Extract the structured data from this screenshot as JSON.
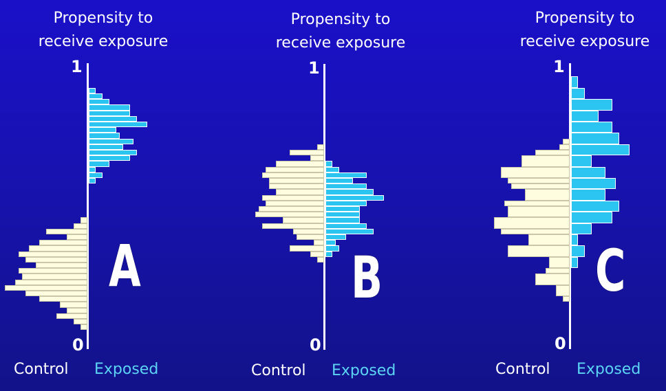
{
  "chart_data": [
    {
      "type": "histogram",
      "panel_label": "A",
      "title_lines": [
        "Propensity to",
        "receive exposure"
      ],
      "ylim": [
        0,
        1
      ],
      "y_ticks": [
        "1",
        "0"
      ],
      "legend": {
        "control": "Control",
        "exposed": "Exposed"
      },
      "exposed": [
        {
          "y0": 0.58,
          "y1": 0.6,
          "count": 2
        },
        {
          "y0": 0.6,
          "y1": 0.62,
          "count": 4
        },
        {
          "y0": 0.62,
          "y1": 0.64,
          "count": 2
        },
        {
          "y0": 0.64,
          "y1": 0.66,
          "count": 6
        },
        {
          "y0": 0.66,
          "y1": 0.68,
          "count": 12
        },
        {
          "y0": 0.68,
          "y1": 0.7,
          "count": 14
        },
        {
          "y0": 0.7,
          "y1": 0.72,
          "count": 10
        },
        {
          "y0": 0.72,
          "y1": 0.74,
          "count": 13
        },
        {
          "y0": 0.74,
          "y1": 0.76,
          "count": 9
        },
        {
          "y0": 0.76,
          "y1": 0.78,
          "count": 8
        },
        {
          "y0": 0.78,
          "y1": 0.8,
          "count": 17
        },
        {
          "y0": 0.8,
          "y1": 0.82,
          "count": 14
        },
        {
          "y0": 0.82,
          "y1": 0.84,
          "count": 12
        },
        {
          "y0": 0.84,
          "y1": 0.86,
          "count": 12
        },
        {
          "y0": 0.86,
          "y1": 0.88,
          "count": 6
        },
        {
          "y0": 0.88,
          "y1": 0.9,
          "count": 4
        },
        {
          "y0": 0.9,
          "y1": 0.92,
          "count": 2
        }
      ],
      "control": [
        {
          "y0": 0.06,
          "y1": 0.08,
          "count": 2
        },
        {
          "y0": 0.08,
          "y1": 0.1,
          "count": 4
        },
        {
          "y0": 0.1,
          "y1": 0.12,
          "count": 9
        },
        {
          "y0": 0.12,
          "y1": 0.14,
          "count": 6
        },
        {
          "y0": 0.14,
          "y1": 0.16,
          "count": 8
        },
        {
          "y0": 0.16,
          "y1": 0.18,
          "count": 14
        },
        {
          "y0": 0.18,
          "y1": 0.2,
          "count": 18
        },
        {
          "y0": 0.2,
          "y1": 0.22,
          "count": 24
        },
        {
          "y0": 0.22,
          "y1": 0.24,
          "count": 21
        },
        {
          "y0": 0.24,
          "y1": 0.26,
          "count": 19
        },
        {
          "y0": 0.26,
          "y1": 0.28,
          "count": 20
        },
        {
          "y0": 0.28,
          "y1": 0.3,
          "count": 15
        },
        {
          "y0": 0.3,
          "y1": 0.32,
          "count": 18
        },
        {
          "y0": 0.32,
          "y1": 0.34,
          "count": 20
        },
        {
          "y0": 0.34,
          "y1": 0.36,
          "count": 17
        },
        {
          "y0": 0.36,
          "y1": 0.38,
          "count": 14
        },
        {
          "y0": 0.38,
          "y1": 0.4,
          "count": 6
        },
        {
          "y0": 0.4,
          "y1": 0.42,
          "count": 12
        },
        {
          "y0": 0.42,
          "y1": 0.44,
          "count": 4
        },
        {
          "y0": 0.44,
          "y1": 0.46,
          "count": 2
        }
      ]
    },
    {
      "type": "histogram",
      "panel_label": "B",
      "title_lines": [
        "Propensity to",
        "receive exposure"
      ],
      "ylim": [
        0,
        1
      ],
      "y_ticks": [
        "1",
        "0"
      ],
      "legend": {
        "control": "Control",
        "exposed": "Exposed"
      },
      "exposed": [
        {
          "y0": 0.32,
          "y1": 0.34,
          "count": 2
        },
        {
          "y0": 0.34,
          "y1": 0.36,
          "count": 4
        },
        {
          "y0": 0.36,
          "y1": 0.38,
          "count": 3
        },
        {
          "y0": 0.38,
          "y1": 0.4,
          "count": 6
        },
        {
          "y0": 0.4,
          "y1": 0.42,
          "count": 14
        },
        {
          "y0": 0.42,
          "y1": 0.44,
          "count": 12
        },
        {
          "y0": 0.44,
          "y1": 0.46,
          "count": 10
        },
        {
          "y0": 0.46,
          "y1": 0.48,
          "count": 10
        },
        {
          "y0": 0.48,
          "y1": 0.5,
          "count": 10
        },
        {
          "y0": 0.5,
          "y1": 0.52,
          "count": 12
        },
        {
          "y0": 0.52,
          "y1": 0.54,
          "count": 17
        },
        {
          "y0": 0.54,
          "y1": 0.56,
          "count": 14
        },
        {
          "y0": 0.56,
          "y1": 0.58,
          "count": 12
        },
        {
          "y0": 0.58,
          "y1": 0.6,
          "count": 8
        },
        {
          "y0": 0.6,
          "y1": 0.62,
          "count": 12
        },
        {
          "y0": 0.62,
          "y1": 0.64,
          "count": 4
        },
        {
          "y0": 0.64,
          "y1": 0.66,
          "count": 2
        }
      ],
      "control": [
        {
          "y0": 0.3,
          "y1": 0.32,
          "count": 2
        },
        {
          "y0": 0.32,
          "y1": 0.34,
          "count": 4
        },
        {
          "y0": 0.34,
          "y1": 0.36,
          "count": 10
        },
        {
          "y0": 0.36,
          "y1": 0.38,
          "count": 3
        },
        {
          "y0": 0.38,
          "y1": 0.4,
          "count": 8
        },
        {
          "y0": 0.4,
          "y1": 0.42,
          "count": 9
        },
        {
          "y0": 0.42,
          "y1": 0.44,
          "count": 18
        },
        {
          "y0": 0.44,
          "y1": 0.46,
          "count": 12
        },
        {
          "y0": 0.46,
          "y1": 0.48,
          "count": 20
        },
        {
          "y0": 0.48,
          "y1": 0.5,
          "count": 19
        },
        {
          "y0": 0.5,
          "y1": 0.52,
          "count": 17
        },
        {
          "y0": 0.52,
          "y1": 0.54,
          "count": 18
        },
        {
          "y0": 0.54,
          "y1": 0.56,
          "count": 14
        },
        {
          "y0": 0.56,
          "y1": 0.58,
          "count": 16
        },
        {
          "y0": 0.58,
          "y1": 0.6,
          "count": 16
        },
        {
          "y0": 0.6,
          "y1": 0.62,
          "count": 18
        },
        {
          "y0": 0.62,
          "y1": 0.64,
          "count": 17
        },
        {
          "y0": 0.64,
          "y1": 0.66,
          "count": 14
        },
        {
          "y0": 0.66,
          "y1": 0.68,
          "count": 4
        },
        {
          "y0": 0.68,
          "y1": 0.7,
          "count": 10
        },
        {
          "y0": 0.7,
          "y1": 0.72,
          "count": 2
        }
      ]
    },
    {
      "type": "histogram",
      "panel_label": "C",
      "title_lines": [
        "Propensity to",
        "receive exposure"
      ],
      "ylim": [
        0,
        1
      ],
      "y_ticks": [
        "1",
        "0"
      ],
      "legend": {
        "control": "Control",
        "exposed": "Exposed"
      },
      "exposed": [
        {
          "y0": 0.28,
          "y1": 0.32,
          "count": 2
        },
        {
          "y0": 0.32,
          "y1": 0.36,
          "count": 4
        },
        {
          "y0": 0.36,
          "y1": 0.4,
          "count": 2
        },
        {
          "y0": 0.4,
          "y1": 0.44,
          "count": 6
        },
        {
          "y0": 0.44,
          "y1": 0.48,
          "count": 12
        },
        {
          "y0": 0.48,
          "y1": 0.52,
          "count": 14
        },
        {
          "y0": 0.52,
          "y1": 0.56,
          "count": 10
        },
        {
          "y0": 0.56,
          "y1": 0.6,
          "count": 13
        },
        {
          "y0": 0.6,
          "y1": 0.64,
          "count": 10
        },
        {
          "y0": 0.64,
          "y1": 0.68,
          "count": 6
        },
        {
          "y0": 0.68,
          "y1": 0.72,
          "count": 17
        },
        {
          "y0": 0.72,
          "y1": 0.76,
          "count": 14
        },
        {
          "y0": 0.76,
          "y1": 0.8,
          "count": 12
        },
        {
          "y0": 0.8,
          "y1": 0.84,
          "count": 8
        },
        {
          "y0": 0.84,
          "y1": 0.88,
          "count": 12
        },
        {
          "y0": 0.88,
          "y1": 0.92,
          "count": 4
        },
        {
          "y0": 0.92,
          "y1": 0.96,
          "count": 2
        }
      ],
      "control": [
        {
          "y0": 0.16,
          "y1": 0.18,
          "count": 2
        },
        {
          "y0": 0.18,
          "y1": 0.22,
          "count": 4
        },
        {
          "y0": 0.22,
          "y1": 0.26,
          "count": 10
        },
        {
          "y0": 0.26,
          "y1": 0.28,
          "count": 7
        },
        {
          "y0": 0.28,
          "y1": 0.32,
          "count": 6
        },
        {
          "y0": 0.32,
          "y1": 0.36,
          "count": 18
        },
        {
          "y0": 0.36,
          "y1": 0.4,
          "count": 12
        },
        {
          "y0": 0.4,
          "y1": 0.42,
          "count": 20
        },
        {
          "y0": 0.42,
          "y1": 0.46,
          "count": 22
        },
        {
          "y0": 0.46,
          "y1": 0.5,
          "count": 18
        },
        {
          "y0": 0.5,
          "y1": 0.52,
          "count": 19
        },
        {
          "y0": 0.52,
          "y1": 0.56,
          "count": 13
        },
        {
          "y0": 0.56,
          "y1": 0.58,
          "count": 17
        },
        {
          "y0": 0.58,
          "y1": 0.6,
          "count": 18
        },
        {
          "y0": 0.6,
          "y1": 0.64,
          "count": 20
        },
        {
          "y0": 0.64,
          "y1": 0.68,
          "count": 14
        },
        {
          "y0": 0.68,
          "y1": 0.7,
          "count": 10
        },
        {
          "y0": 0.7,
          "y1": 0.72,
          "count": 3
        },
        {
          "y0": 0.72,
          "y1": 0.74,
          "count": 2
        }
      ]
    }
  ]
}
